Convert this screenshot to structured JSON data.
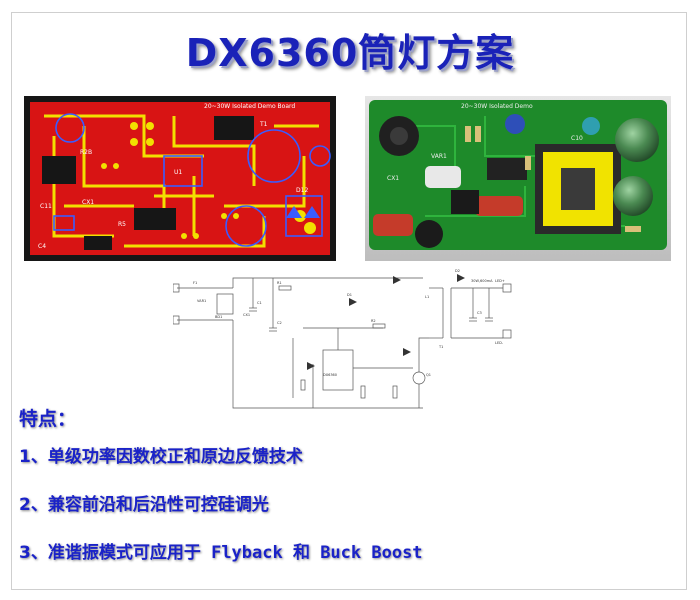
{
  "title": "DX6360筒灯方案",
  "pcb_layout": {
    "board_label": "20~30W Isolated Demo Board",
    "labels": [
      "R2B",
      "C11",
      "CX1",
      "U1",
      "D12",
      "R5",
      "C4",
      "T1"
    ]
  },
  "pcb_photo": {
    "board_label": "20~30W Isolated Demo",
    "labels": [
      "C10",
      "VAR1",
      "CX1"
    ]
  },
  "schematic": {
    "labels": [
      "F1",
      "BD1",
      "CX1",
      "DX6360",
      "T1",
      "Q1",
      "VAR1",
      "C1",
      "C2",
      "C3",
      "D1",
      "D2",
      "R1",
      "R2",
      "L1",
      "LED+",
      "LED-",
      "30W,600mA"
    ]
  },
  "features": {
    "heading": "特点：",
    "items": [
      {
        "num": "1、",
        "text": "单级功率因数校正和原边反馈技术"
      },
      {
        "num": "2、",
        "text": "兼容前沿和后沿性可控硅调光"
      },
      {
        "num": "3、",
        "text": "准谐振模式可应用于",
        "mono": " Flyback 和 Buck Boost"
      }
    ]
  },
  "colors": {
    "title": "#1a22b8",
    "feature_text": "#1a22c8",
    "pcb_red": "#e01010",
    "pcb_yellow": "#f2e000",
    "pcb_board": "#1e8a2a"
  }
}
